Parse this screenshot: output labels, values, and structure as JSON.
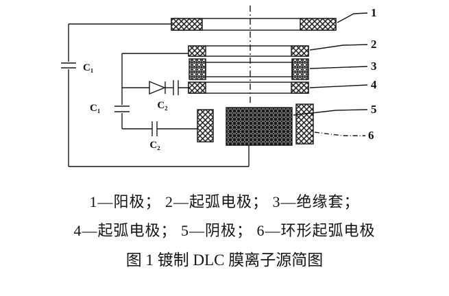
{
  "figure": {
    "legend_line1": "1—阳极；  2—起弧电极；  3—绝缘套；",
    "legend_line2": "4—起弧电极；  5—阴极；  6—环形起弧电极",
    "title": "图 1  镀制 DLC 膜离子源简图"
  },
  "schematic": {
    "part_numbers": [
      "1",
      "2",
      "3",
      "4",
      "5",
      "6"
    ],
    "labels": {
      "c1_upper": "C₁",
      "c1_lower": "C₁",
      "c2_upper": "C₂",
      "c2_lower": "C₂"
    }
  }
}
